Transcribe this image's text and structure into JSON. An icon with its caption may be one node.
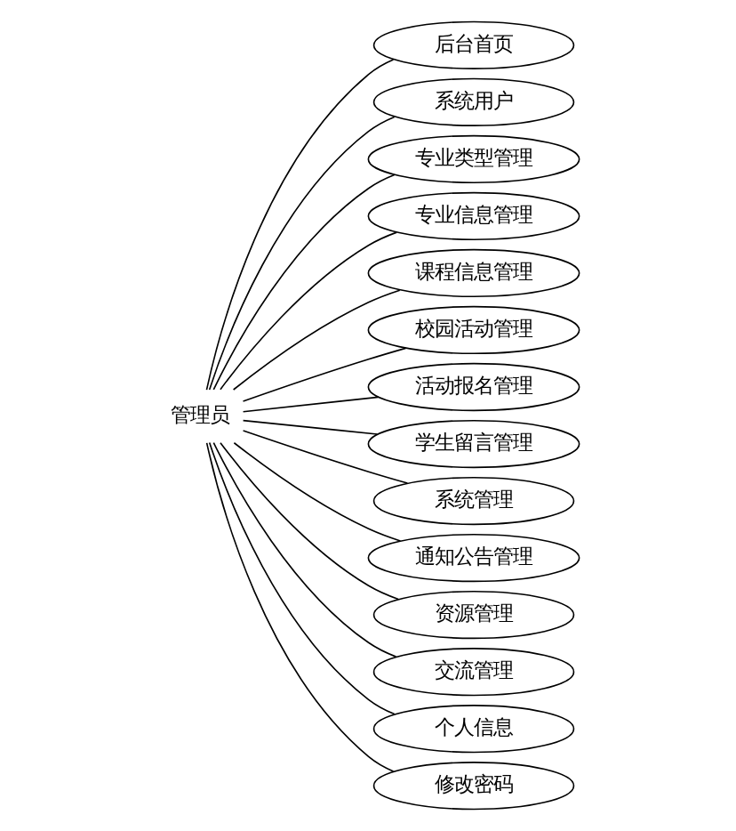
{
  "diagram": {
    "nodes": [
      {
        "text": [
          "管理员"
        ]
      },
      {
        "text": [
          "后台首页"
        ]
      },
      {
        "text": [
          "系统用户"
        ]
      },
      {
        "text": [
          "专业类型管理"
        ]
      },
      {
        "text": [
          "专业信息管理"
        ]
      },
      {
        "text": [
          "课程信息管理"
        ]
      },
      {
        "text": [
          "校园活动管理"
        ]
      },
      {
        "text": [
          "活动报名管理"
        ]
      },
      {
        "text": [
          "学生留言管理"
        ]
      },
      {
        "text": [
          "系统管理"
        ]
      },
      {
        "text": [
          "通知公告管理"
        ]
      },
      {
        "text": [
          "资源管理"
        ]
      },
      {
        "text": [
          "交流管理"
        ]
      },
      {
        "text": [
          "个人信息"
        ]
      },
      {
        "text": [
          "修改密码"
        ]
      }
    ],
    "edges": [
      {
        "from": 0,
        "to": 1,
        "arrow": "none"
      },
      {
        "from": 0,
        "to": 2,
        "arrow": "none"
      },
      {
        "from": 0,
        "to": 3,
        "arrow": "none"
      },
      {
        "from": 0,
        "to": 4,
        "arrow": "none"
      },
      {
        "from": 0,
        "to": 5,
        "arrow": "none"
      },
      {
        "from": 0,
        "to": 6,
        "arrow": "none"
      },
      {
        "from": 0,
        "to": 7,
        "arrow": "none"
      },
      {
        "from": 0,
        "to": 8,
        "arrow": "none"
      },
      {
        "from": 0,
        "to": 9,
        "arrow": "none"
      },
      {
        "from": 0,
        "to": 10,
        "arrow": "none"
      },
      {
        "from": 0,
        "to": 11,
        "arrow": "none"
      },
      {
        "from": 0,
        "to": 12,
        "arrow": "none"
      },
      {
        "from": 0,
        "to": 13,
        "arrow": "none"
      },
      {
        "from": 0,
        "to": 14,
        "arrow": "none"
      }
    ]
  }
}
